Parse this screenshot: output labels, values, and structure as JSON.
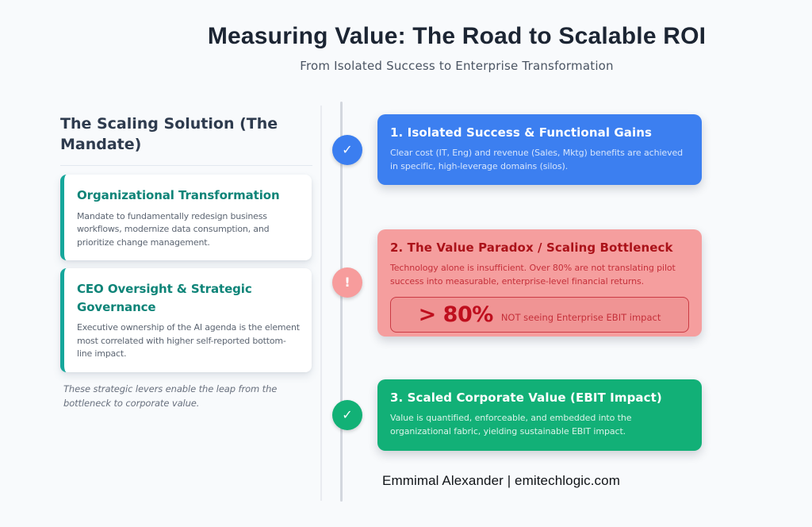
{
  "page": {
    "title": "Measuring Value: The Road to Scalable ROI",
    "subtitle": "From Isolated Success to Enterprise Transformation",
    "footer": "Emmimal Alexander | emitechlogic.com"
  },
  "left_panel": {
    "heading": "The Scaling Solution (The Mandate)",
    "cards": [
      {
        "title": "Organizational Transformation",
        "body": "Mandate to fundamentally redesign business workflows, modernize data consumption, and prioritize change management."
      },
      {
        "title": "CEO Oversight & Strategic Governance",
        "body": "Executive ownership of the AI agenda is the element most correlated with higher self-reported bottom-line impact."
      }
    ],
    "note": "These strategic levers enable the leap from the bottleneck to corporate value."
  },
  "timeline": {
    "steps": [
      {
        "badge_icon": "check-icon",
        "badge_glyph": "✓",
        "title": "1. Isolated Success & Functional Gains",
        "body": "Clear cost (IT, Eng) and revenue (Sales, Mktg) benefits are achieved in specific, high-leverage domains (silos).",
        "color": "#3c7ff0"
      },
      {
        "badge_icon": "alert-icon",
        "badge_glyph": "!",
        "title": "2. The Value Paradox / Scaling Bottleneck",
        "body": "Technology alone is insufficient. Over 80% are not translating pilot success into measurable, enterprise-level financial returns.",
        "stat_value": "> 80%",
        "stat_label": "NOT seeing Enterprise EBIT impact",
        "color": "#f59e9e"
      },
      {
        "badge_icon": "check-icon",
        "badge_glyph": "✓",
        "title": "3. Scaled Corporate Value (EBIT Impact)",
        "body": "Value is quantified, enforceable, and embedded into the organizational fabric, yielding sustainable EBIT impact.",
        "color": "#12b077"
      }
    ]
  },
  "colors": {
    "background": "#f8fafc",
    "accent_blue": "#3c7ff0",
    "accent_pink": "#f59e9e",
    "accent_red": "#b91c1c",
    "accent_green": "#12b077",
    "accent_teal": "#16a79b",
    "title_text": "#1c2533"
  }
}
